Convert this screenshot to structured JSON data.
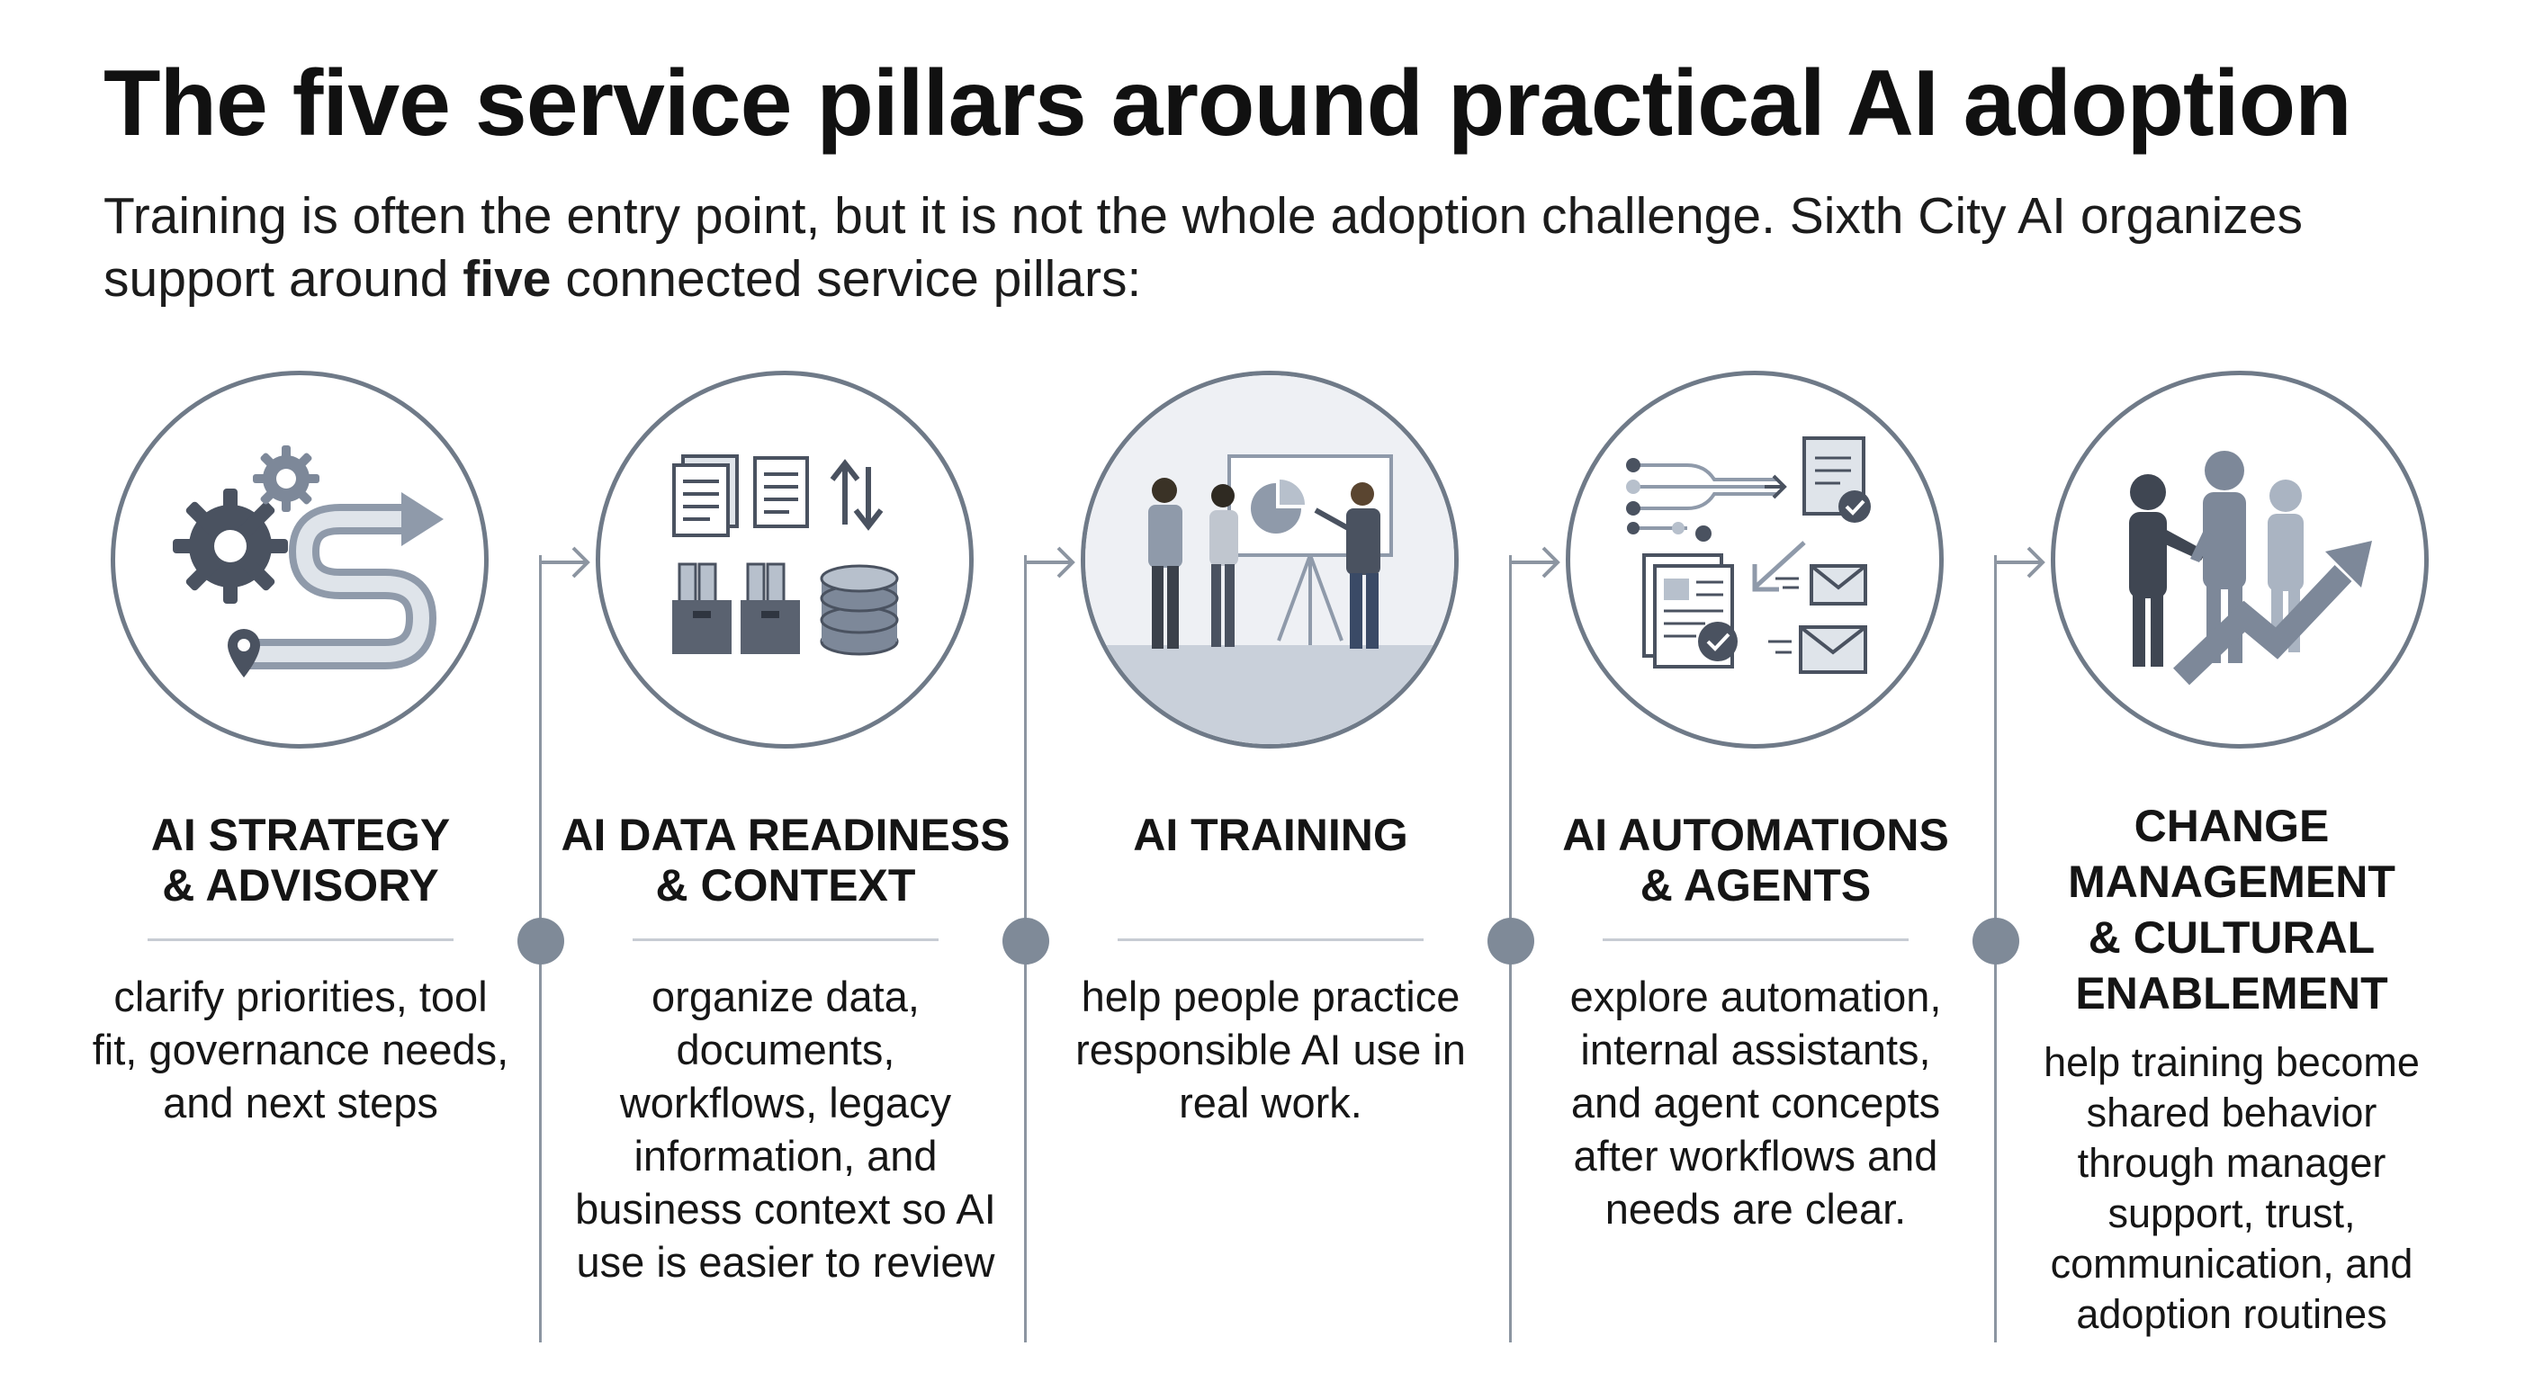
{
  "header": {
    "title": "The five service pillars around practical AI adoption",
    "subtitle_before": "Training is often the entry point, but it is not the whole adoption challenge. Sixth City AI organizes support around ",
    "subtitle_bold": "five",
    "subtitle_after": " connected service pillars:"
  },
  "pillars": [
    {
      "title_lines": [
        "AI STRATEGY",
        "& ADVISORY"
      ],
      "description": "clarify priorities, tool fit, governance needs, and next steps",
      "icon": "strategy-gears-path-icon"
    },
    {
      "title_lines": [
        "AI DATA READINESS",
        "& CONTEXT"
      ],
      "description": "organize data, documents, workflows, legacy information, and business context so AI use is easier to review",
      "icon": "documents-database-icon"
    },
    {
      "title_lines": [
        "AI TRAINING"
      ],
      "description": "help people practice responsible AI use in real work.",
      "icon": "training-presentation-icon"
    },
    {
      "title_lines": [
        "AI AUTOMATIONS",
        "& AGENTS"
      ],
      "description": "explore automation, internal assistants, and agent concepts after workflows and needs are clear.",
      "icon": "automation-workflow-icon"
    },
    {
      "title_lines": [
        "CHANGE",
        "MANAGEMENT",
        "& CULTURAL",
        "ENABLEMENT"
      ],
      "description": "help training become shared behavior through manager support, trust, communication, and adoption routines",
      "icon": "people-growth-icon"
    }
  ],
  "colors": {
    "circle_border": "#6f7a88",
    "connector": "#8c95a1",
    "icon_dark": "#4a5260",
    "icon_mid": "#7d8899",
    "icon_light": "#b7c0cc"
  }
}
